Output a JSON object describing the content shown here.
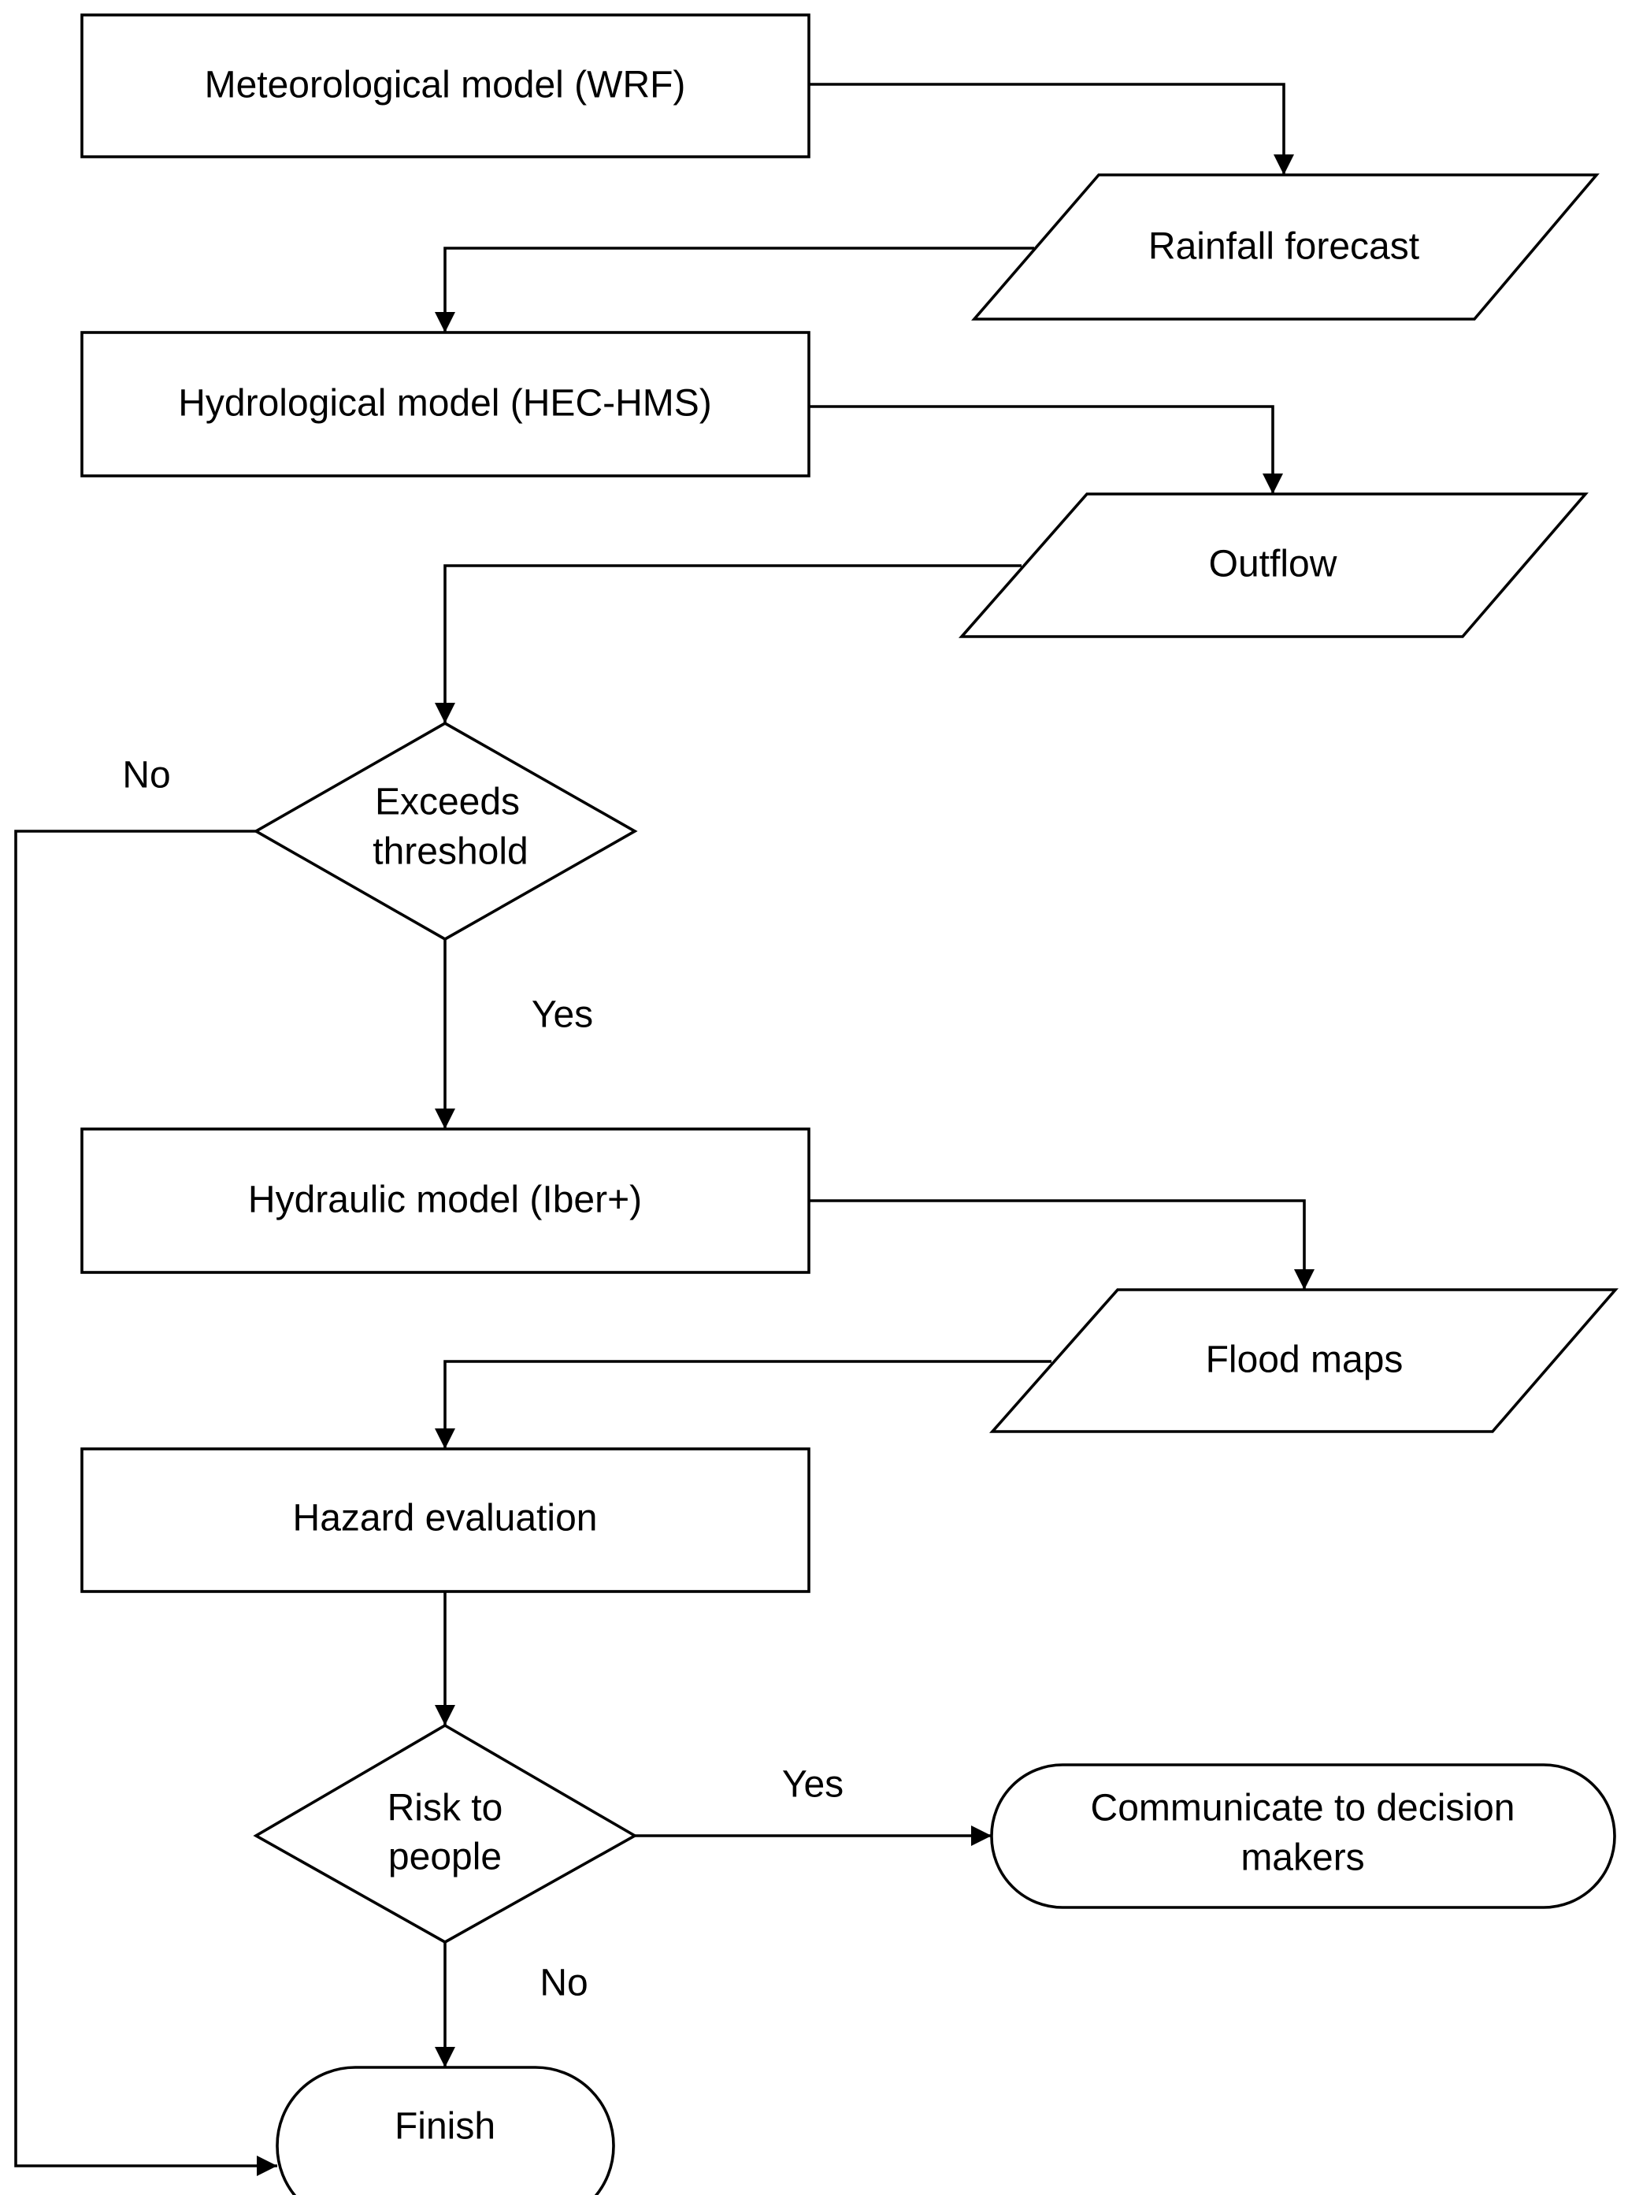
{
  "nodes": {
    "meteo": "Meteorological model (WRF)",
    "rainfall": "Rainfall forecast",
    "hydro": "Hydrological model (HEC-HMS)",
    "outflow": "Outflow",
    "threshold_line1": "Exceeds",
    "threshold_line2": "threshold",
    "hydraulic": "Hydraulic model (Iber+)",
    "floodmaps": "Flood maps",
    "hazard": "Hazard evaluation",
    "risk_line1": "Risk to",
    "risk_line2": "people",
    "communicate_line1": "Communicate to decision",
    "communicate_line2": "makers",
    "finish": "Finish"
  },
  "edge_labels": {
    "threshold_no": "No",
    "threshold_yes": "Yes",
    "risk_yes": "Yes",
    "risk_no": "No"
  }
}
